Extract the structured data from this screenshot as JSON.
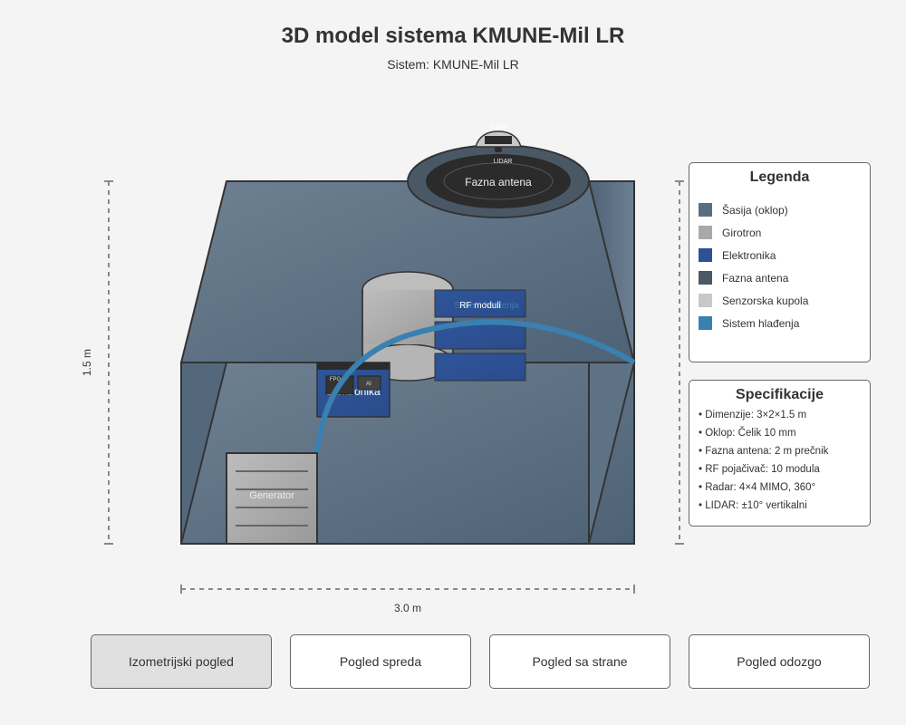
{
  "header": {
    "title": "3D model sistema KMUNE-Mil LR",
    "subtitle": "Sistem: KMUNE-Mil LR"
  },
  "model": {
    "labels": {
      "radar": "Radar",
      "lidar": "LIDAR",
      "phased_antenna": "Fazna antena",
      "rf_modules": "RF moduli",
      "cooling": "Sistem hlađenja",
      "electronics": "Elektronika",
      "fpga": "FPGA",
      "ai": "AI",
      "generator": "Generator"
    },
    "dimensions": {
      "height_label": "1.5 m",
      "width_label": "3.0 m"
    },
    "rf_module_count_shown": 3
  },
  "legend": {
    "title": "Legenda",
    "items": [
      {
        "label": "Šasija (oklop)",
        "color": "#5a6e82",
        "icon": "chassis-swatch"
      },
      {
        "label": "Girotron",
        "color": "#a9a9a9",
        "icon": "gyrotron-swatch"
      },
      {
        "label": "Elektronika",
        "color": "#2e5094",
        "icon": "electronics-swatch"
      },
      {
        "label": "Fazna antena",
        "color": "#4a5866",
        "icon": "antenna-swatch"
      },
      {
        "label": "Senzorska kupola",
        "color": "#c8c8c8",
        "icon": "sensor-dome-swatch"
      },
      {
        "label": "Sistem hlađenja",
        "color": "#3a80b0",
        "icon": "cooling-swatch"
      }
    ]
  },
  "specs": {
    "title": "Specifikacije",
    "items": [
      "• Dimenzije: 3×2×1.5 m",
      "• Oklop: Čelik 10 mm",
      "• Fazna antena: 2 m prečnik",
      "• RF pojačivač: 10 modula",
      "• Radar: 4×4 MIMO, 360°",
      "• LIDAR: ±10° vertikalni"
    ]
  },
  "views": {
    "active_index": 0,
    "buttons": [
      "Izometrijski pogled",
      "Pogled spreda",
      "Pogled sa strane",
      "Pogled odozgo"
    ]
  },
  "colors": {
    "background": "#f4f4f4",
    "chassis": "#5a6e82",
    "electronics": "#2e5094",
    "cooling": "#3a80b0",
    "gyrotron": "#b0b0b0",
    "antenna_dark": "#2b2b2b"
  }
}
